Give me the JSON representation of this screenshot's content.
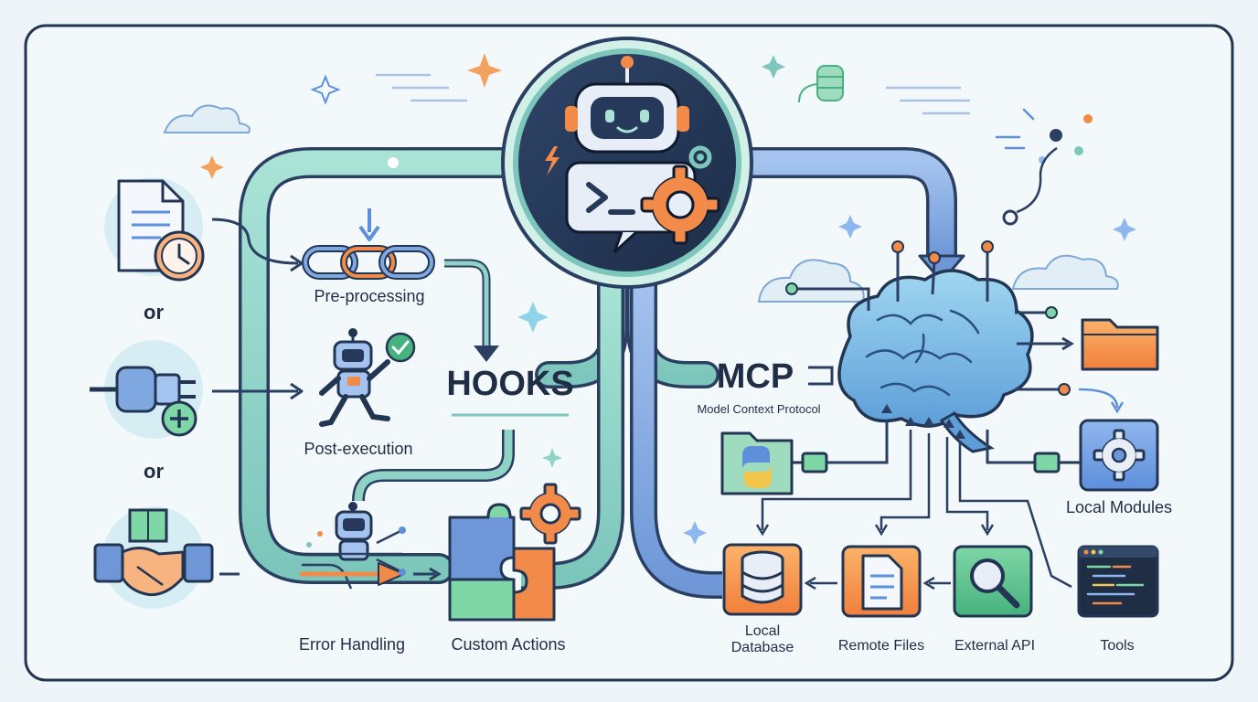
{
  "separators": {
    "or_1": "or",
    "or_2": "or"
  },
  "hooks": {
    "title": "HOOKS",
    "pre_processing": "Pre-processing",
    "post_execution": "Post-execution",
    "error_handling": "Error Handling",
    "custom_actions": "Custom Actions"
  },
  "mcp": {
    "title": "MCP",
    "subtitle": "Model Context Protocol",
    "local_modules": "Local Modules",
    "local_database_line1": "Local",
    "local_database_line2": "Database",
    "remote_files": "Remote Files",
    "external_api": "External API",
    "tools": "Tools"
  },
  "icons": {
    "trigger_schedule": "document-clock-icon",
    "trigger_plugin": "plug-plus-icon",
    "trigger_handshake": "handshake-package-icon",
    "center": "robot-terminal-gear-icon",
    "brain": "brain-icon",
    "python_folder": "python-folder-icon"
  },
  "colors": {
    "teal_pipe": "#8fd3c6",
    "blue_pipe": "#7fa8e0",
    "orange": "#f28a4a",
    "outline": "#223654",
    "text": "#1f2d45"
  }
}
